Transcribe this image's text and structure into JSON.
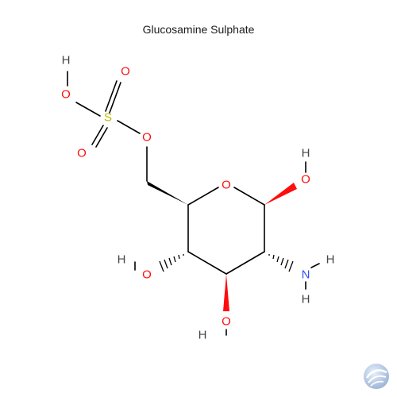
{
  "title": "Glucosamine Sulphate",
  "colors": {
    "oxygen": "#ff0d0d",
    "sulfur": "#b8b800",
    "nitrogen": "#3050f8",
    "hydrogen": "#444444",
    "bond": "#000000"
  },
  "atoms": {
    "o_ring": "O",
    "o_h1": "O",
    "h_o1": "H",
    "n": "N",
    "h_n1": "H",
    "h_n2": "H",
    "o_h3": "O",
    "h_o3": "H",
    "o_h4": "O",
    "h_o4": "H",
    "o_ester": "O",
    "s": "S",
    "o_s1": "O",
    "o_s2": "O",
    "o_sh": "O",
    "h_os": "H"
  },
  "logo_icon": "pubchem-logo-icon"
}
